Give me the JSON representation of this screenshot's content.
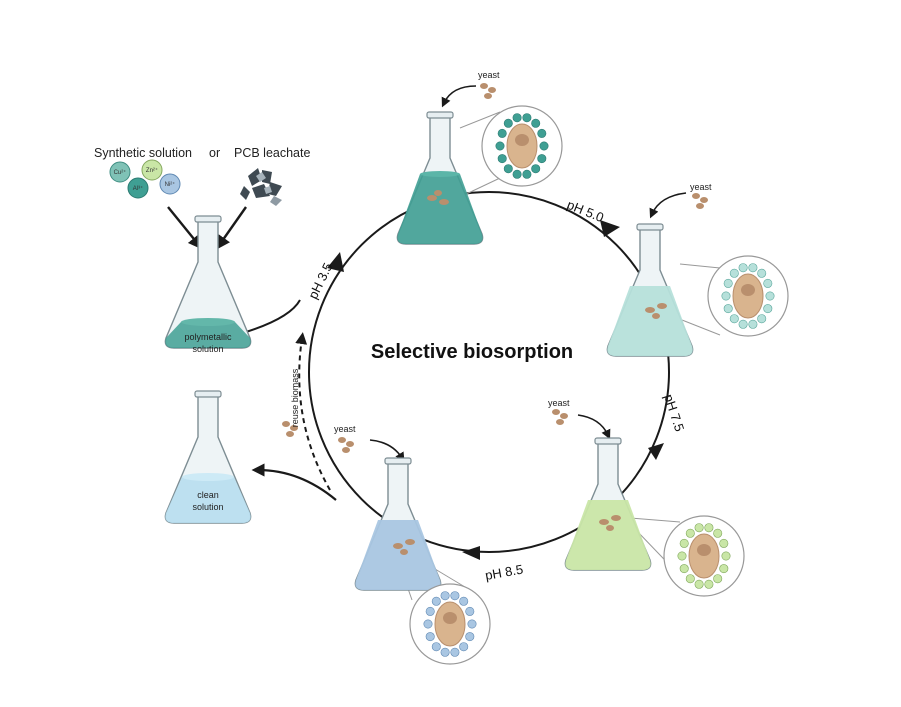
{
  "title": "Selective biosorption",
  "inputs": {
    "synthetic": "Synthetic solution",
    "or": "or",
    "pcb": "PCB leachate",
    "ions": [
      "Cu²⁺",
      "Zn²⁺",
      "Al³⁺",
      "Ni²⁺"
    ]
  },
  "flasks": {
    "polymetallic": [
      "polymetallic",
      "solution"
    ],
    "clean": [
      "clean",
      "solution"
    ]
  },
  "ph_labels": [
    "pH 3.5",
    "pH 5.0",
    "pH 7.5",
    "pH 8.5"
  ],
  "yeast_label": "yeast",
  "reuse_label": "reuse biomass",
  "colors": {
    "ring": "#1a1a1a",
    "teal_liquid": "#3f9f93",
    "light_teal_liquid": "#b6e0da",
    "green_liquid": "#c9e6a6",
    "blue_liquid": "#a9c6e2",
    "clean_liquid": "#b7def0",
    "yeast": "#b98f6d",
    "cell_core": "#d9b48e"
  }
}
